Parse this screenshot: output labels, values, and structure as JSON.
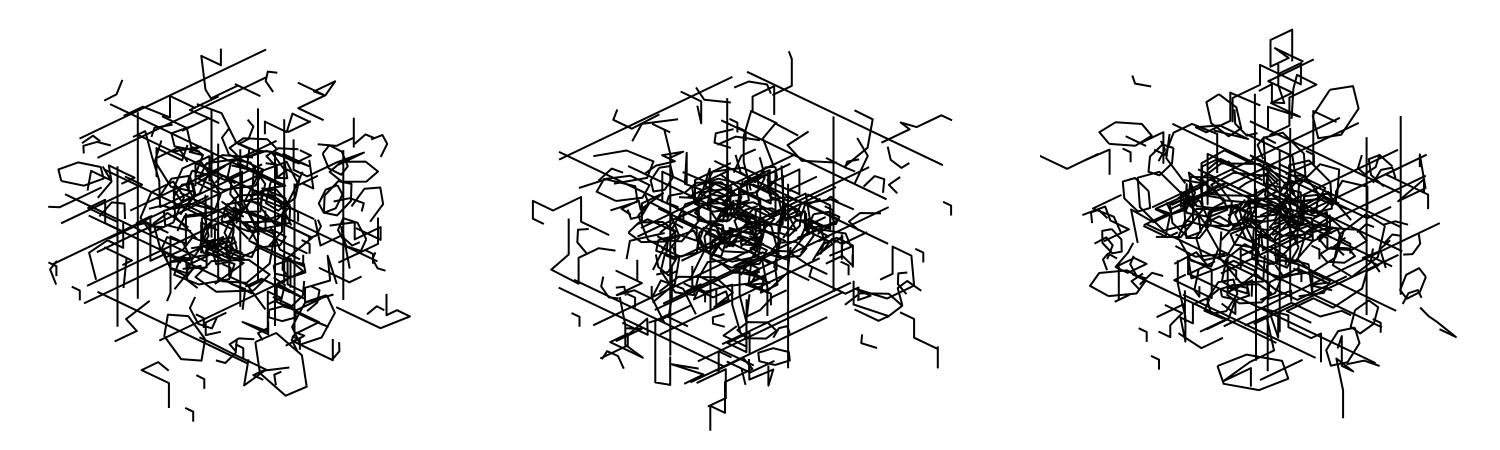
{
  "figure": {
    "panels": [
      {
        "id": "panel-1",
        "seed": 7,
        "radius": 1.5,
        "stroke_color": "#000000"
      },
      {
        "id": "panel-2",
        "seed": 19,
        "radius": 1.5,
        "stroke_color": "#000000"
      },
      {
        "id": "panel-3",
        "seed": 131,
        "radius": 1.5,
        "stroke_color": "#000000"
      }
    ],
    "background_color": "#ffffff"
  }
}
